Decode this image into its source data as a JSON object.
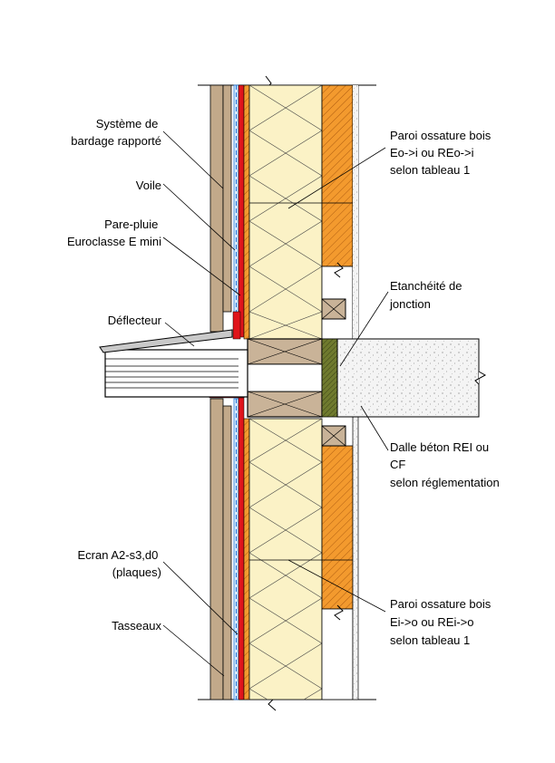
{
  "labels": {
    "systeme_bardage": [
      "Système de",
      "bardage rapporté"
    ],
    "voile": [
      "Voile"
    ],
    "pare_pluie": [
      "Pare-pluie",
      "Euroclasse E mini"
    ],
    "deflecteur": [
      "Déflecteur"
    ],
    "ecran": [
      "Ecran A2-s3,d0",
      "(plaques)"
    ],
    "tasseaux": [
      "Tasseaux"
    ],
    "paroi_haut": [
      "Paroi ossature bois",
      "Eo->i ou REo->i",
      "selon tableau 1"
    ],
    "etancheite": [
      "Etanchéité de",
      "jonction"
    ],
    "dalle": [
      "Dalle béton REI ou",
      "CF",
      "selon réglementation"
    ],
    "paroi_bas": [
      "Paroi ossature bois",
      "Ei->o ou REi->o",
      "selon tableau 1"
    ]
  },
  "colors": {
    "cladding": "#c2a98a",
    "screen_red": "#e0151b",
    "rain_screen_blue": "#1e73d8",
    "insulation": "#fbf2c6",
    "osb": "#f39a2e",
    "timber": "#c9b398",
    "concrete": "#f2f2f2",
    "seal_green": "#6f7a2e"
  }
}
